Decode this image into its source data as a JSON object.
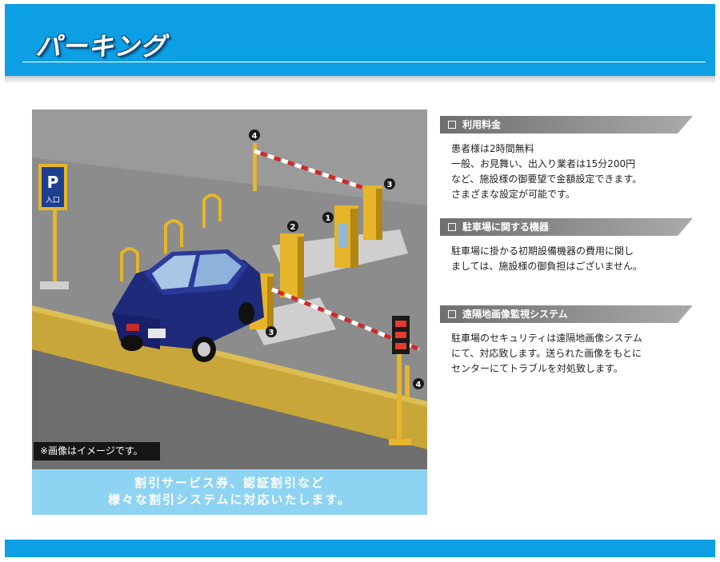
{
  "header": {
    "title": "パーキング"
  },
  "image": {
    "note": "※画像はイメージです。",
    "sign_letter": "P",
    "sign_text": "入口",
    "markers": [
      "1",
      "2",
      "3",
      "4"
    ]
  },
  "caption": {
    "line1": "割引サービス券、認証割引など",
    "line2": "様々な割引システムに対応いたします。"
  },
  "sections": [
    {
      "title": "利用料金",
      "lines": [
        "患者様は2時間無料",
        "一般、お見舞い、出入り業者は15分200円",
        "など、施設様の御要望で金額設定できます。",
        "さまざまな設定が可能です。"
      ]
    },
    {
      "title": "駐車場に関する機器",
      "lines": [
        "駐車場に掛かる初期設備機器の費用に関し",
        "ましては、施設様の御負担はございません。"
      ]
    },
    {
      "title": "遠隔地画像監視システム",
      "lines": [
        "駐車場のセキュリティは遠隔地画像システム",
        "にて、対応致します。送られた画像をもとに",
        "センターにてトラブルを対処致します。"
      ]
    }
  ]
}
